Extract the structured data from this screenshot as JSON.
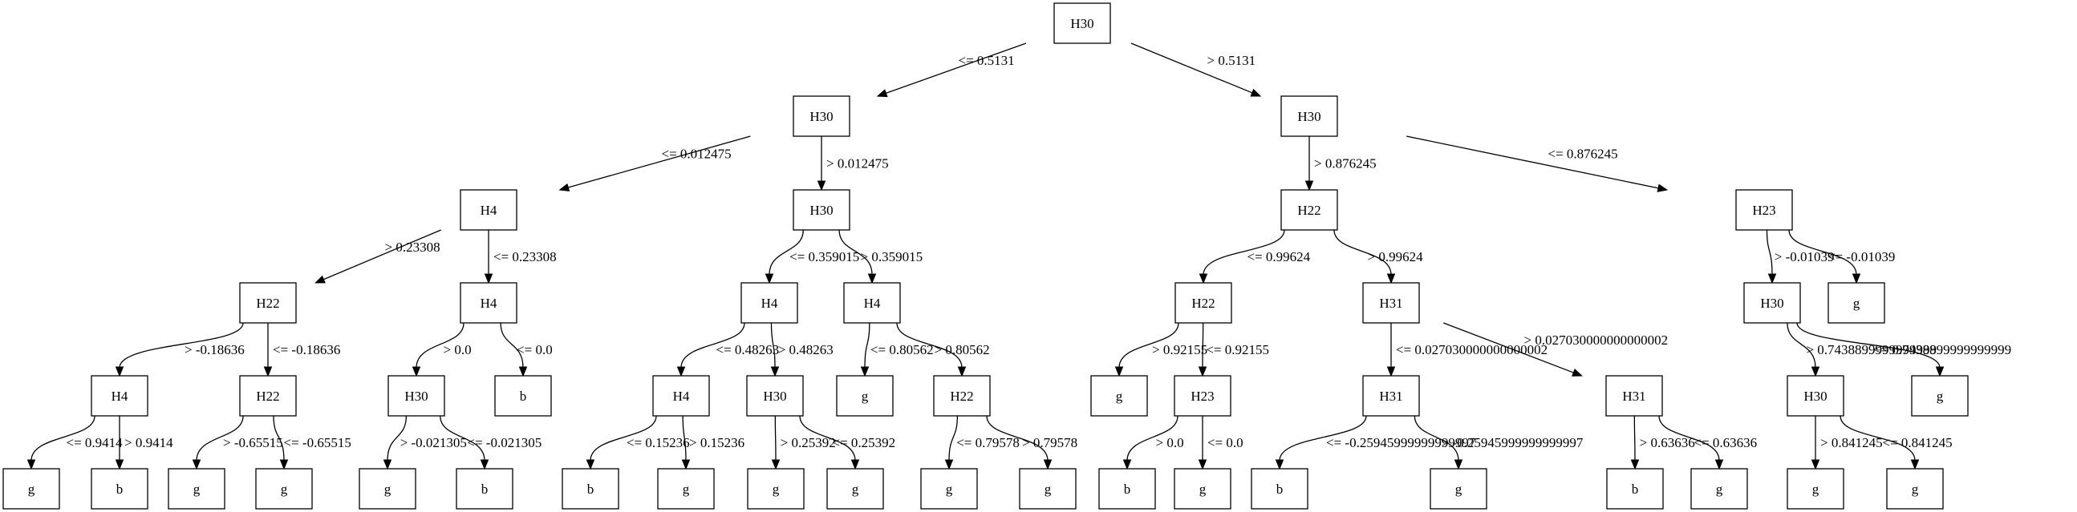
{
  "colors": {
    "stroke": "#000000",
    "background": "#ffffff",
    "text": "#000000"
  },
  "tree": {
    "nodes": [
      {
        "id": "n0",
        "label": "H30"
      },
      {
        "id": "n1",
        "label": "H30"
      },
      {
        "id": "n2",
        "label": "H30"
      },
      {
        "id": "n3",
        "label": "H4"
      },
      {
        "id": "n4",
        "label": "H30"
      },
      {
        "id": "n5",
        "label": "H22"
      },
      {
        "id": "n6",
        "label": "H23"
      },
      {
        "id": "n7",
        "label": "H22"
      },
      {
        "id": "n8",
        "label": "H4"
      },
      {
        "id": "n9",
        "label": "H4"
      },
      {
        "id": "n10",
        "label": "H4"
      },
      {
        "id": "n11",
        "label": "H22"
      },
      {
        "id": "n12",
        "label": "H31"
      },
      {
        "id": "n13",
        "label": "H30"
      },
      {
        "id": "n14",
        "label": "g"
      },
      {
        "id": "n15",
        "label": "H4"
      },
      {
        "id": "n16",
        "label": "H22"
      },
      {
        "id": "n17",
        "label": "H30"
      },
      {
        "id": "n18",
        "label": "b"
      },
      {
        "id": "n19",
        "label": "H4"
      },
      {
        "id": "n20",
        "label": "H30"
      },
      {
        "id": "n21",
        "label": "g"
      },
      {
        "id": "n22",
        "label": "H22"
      },
      {
        "id": "n23",
        "label": "g"
      },
      {
        "id": "n24",
        "label": "H23"
      },
      {
        "id": "n25",
        "label": "H31"
      },
      {
        "id": "n26",
        "label": "H31"
      },
      {
        "id": "n27",
        "label": "H30"
      },
      {
        "id": "n28",
        "label": "g"
      },
      {
        "id": "n29",
        "label": "g"
      },
      {
        "id": "n30",
        "label": "b"
      },
      {
        "id": "n31",
        "label": "g"
      },
      {
        "id": "n32",
        "label": "g"
      },
      {
        "id": "n33",
        "label": "g"
      },
      {
        "id": "n34",
        "label": "b"
      },
      {
        "id": "n35",
        "label": "b"
      },
      {
        "id": "n36",
        "label": "g"
      },
      {
        "id": "n37",
        "label": "g"
      },
      {
        "id": "n38",
        "label": "g"
      },
      {
        "id": "n39",
        "label": "g"
      },
      {
        "id": "n40",
        "label": "g"
      },
      {
        "id": "n41",
        "label": "b"
      },
      {
        "id": "n42",
        "label": "g"
      },
      {
        "id": "n43",
        "label": "b"
      },
      {
        "id": "n44",
        "label": "g"
      },
      {
        "id": "n45",
        "label": "b"
      },
      {
        "id": "n46",
        "label": "g"
      },
      {
        "id": "n47",
        "label": "g"
      },
      {
        "id": "n48",
        "label": "g"
      }
    ],
    "edges": [
      {
        "from": "n0",
        "to": "n1",
        "label": "<= 0.5131"
      },
      {
        "from": "n0",
        "to": "n2",
        "label": "> 0.5131"
      },
      {
        "from": "n1",
        "to": "n3",
        "label": "<= 0.012475"
      },
      {
        "from": "n1",
        "to": "n4",
        "label": "> 0.012475"
      },
      {
        "from": "n2",
        "to": "n5",
        "label": "> 0.876245"
      },
      {
        "from": "n2",
        "to": "n6",
        "label": "<= 0.876245"
      },
      {
        "from": "n3",
        "to": "n7",
        "label": "> 0.23308"
      },
      {
        "from": "n3",
        "to": "n8",
        "label": "<= 0.23308"
      },
      {
        "from": "n4",
        "to": "n9",
        "label": "<= 0.359015"
      },
      {
        "from": "n4",
        "to": "n10",
        "label": "> 0.359015"
      },
      {
        "from": "n5",
        "to": "n11",
        "label": "<= 0.99624"
      },
      {
        "from": "n5",
        "to": "n12",
        "label": "> 0.99624"
      },
      {
        "from": "n6",
        "to": "n13",
        "label": "> -0.01039"
      },
      {
        "from": "n6",
        "to": "n14",
        "label": "<= -0.01039"
      },
      {
        "from": "n7",
        "to": "n15",
        "label": "> -0.18636"
      },
      {
        "from": "n7",
        "to": "n16",
        "label": "<= -0.18636"
      },
      {
        "from": "n8",
        "to": "n17",
        "label": "> 0.0"
      },
      {
        "from": "n8",
        "to": "n18",
        "label": "<= 0.0"
      },
      {
        "from": "n9",
        "to": "n19",
        "label": "<= 0.48263"
      },
      {
        "from": "n9",
        "to": "n20",
        "label": "> 0.48263"
      },
      {
        "from": "n10",
        "to": "n21",
        "label": "<= 0.80562"
      },
      {
        "from": "n10",
        "to": "n22",
        "label": "> 0.80562"
      },
      {
        "from": "n11",
        "to": "n23",
        "label": "> 0.92155"
      },
      {
        "from": "n11",
        "to": "n24",
        "label": "<= 0.92155"
      },
      {
        "from": "n12",
        "to": "n25",
        "label": "<= 0.027030000000000002"
      },
      {
        "from": "n12",
        "to": "n26",
        "label": "> 0.027030000000000002"
      },
      {
        "from": "n13",
        "to": "n27",
        "label": "> 0.7438899999999999"
      },
      {
        "from": "n13",
        "to": "n28",
        "label": "<= 0.7438899999999999"
      },
      {
        "from": "n15",
        "to": "n29",
        "label": "<= 0.9414"
      },
      {
        "from": "n15",
        "to": "n30",
        "label": "> 0.9414"
      },
      {
        "from": "n16",
        "to": "n31",
        "label": "> -0.65515"
      },
      {
        "from": "n16",
        "to": "n32",
        "label": "<= -0.65515"
      },
      {
        "from": "n17",
        "to": "n33",
        "label": "> -0.021305"
      },
      {
        "from": "n17",
        "to": "n34",
        "label": "<= -0.021305"
      },
      {
        "from": "n19",
        "to": "n35",
        "label": "<= 0.15236"
      },
      {
        "from": "n19",
        "to": "n36",
        "label": "> 0.15236"
      },
      {
        "from": "n20",
        "to": "n37",
        "label": "> 0.25392"
      },
      {
        "from": "n20",
        "to": "n38",
        "label": "<= 0.25392"
      },
      {
        "from": "n22",
        "to": "n39",
        "label": "<= 0.79578"
      },
      {
        "from": "n22",
        "to": "n40",
        "label": "> 0.79578"
      },
      {
        "from": "n24",
        "to": "n41",
        "label": "> 0.0"
      },
      {
        "from": "n24",
        "to": "n42",
        "label": "<= 0.0"
      },
      {
        "from": "n25",
        "to": "n43",
        "label": "<= -0.25945999999999997"
      },
      {
        "from": "n25",
        "to": "n44",
        "label": "> -0.25945999999999997"
      },
      {
        "from": "n26",
        "to": "n45",
        "label": "> 0.63636"
      },
      {
        "from": "n26",
        "to": "n46",
        "label": "<= 0.63636"
      },
      {
        "from": "n27",
        "to": "n47",
        "label": "> 0.841245"
      },
      {
        "from": "n27",
        "to": "n48",
        "label": "<= 0.841245"
      }
    ]
  }
}
